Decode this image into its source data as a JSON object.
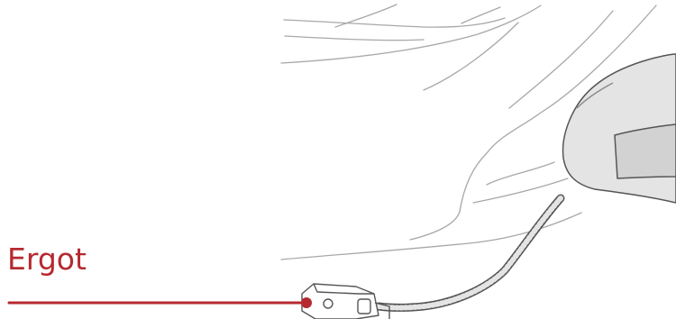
{
  "callout": {
    "label": "Ergot"
  },
  "colors": {
    "accent": "#b5292f",
    "line_art": "#a8a8a8",
    "line_art_dark": "#555555",
    "device_fill": "#e4e4e4"
  },
  "illustration": {
    "subject": "helmet-edge-with-intercom-unit-and-boom-microphone",
    "parts": [
      "helmet-shell",
      "intercom-unit",
      "flexible-boom-cable",
      "microphone-clip"
    ]
  }
}
